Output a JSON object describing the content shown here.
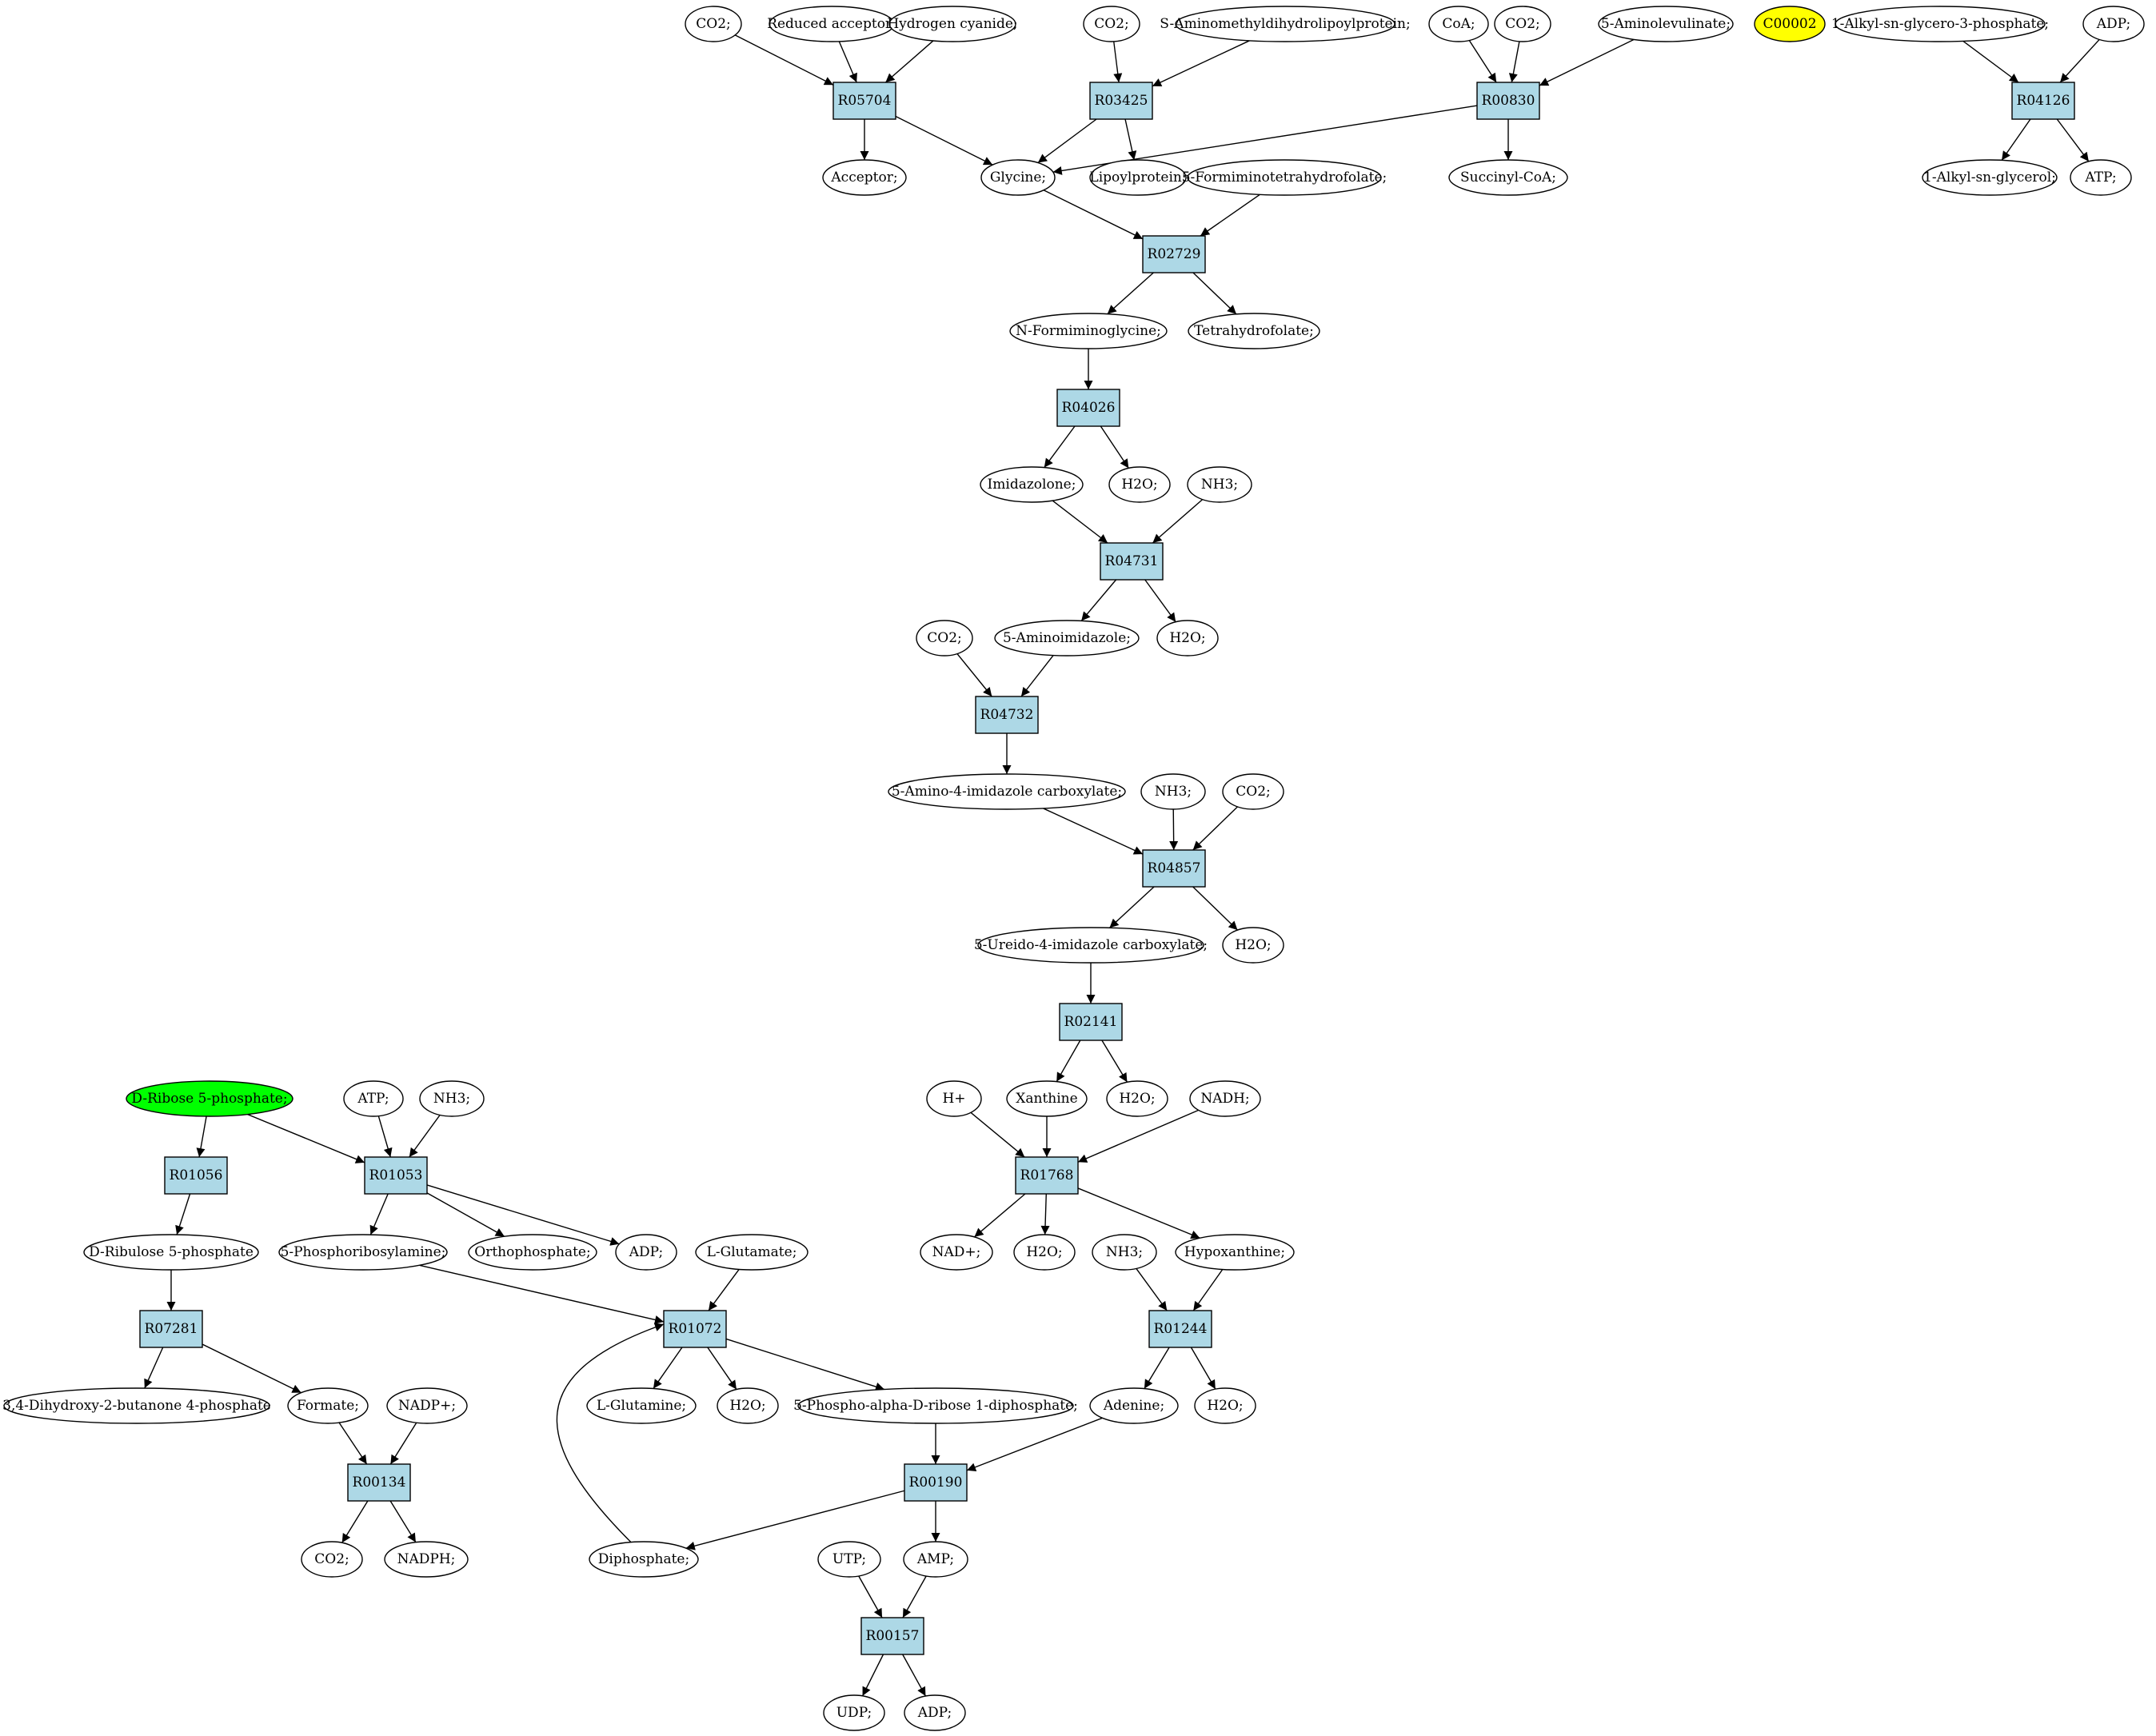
{
  "colors": {
    "reaction_fill": "#add8e6",
    "compound_fill": "#ffffff",
    "start_fill": "#00ff00",
    "highlight_fill": "#ffff00",
    "stroke": "#000000"
  },
  "reactions": [
    {
      "id": "R05704",
      "label": "R05704"
    },
    {
      "id": "R03425",
      "label": "R03425"
    },
    {
      "id": "R00830",
      "label": "R00830"
    },
    {
      "id": "R04126",
      "label": "R04126"
    },
    {
      "id": "R02729",
      "label": "R02729"
    },
    {
      "id": "R04026",
      "label": "R04026"
    },
    {
      "id": "R04731",
      "label": "R04731"
    },
    {
      "id": "R04732",
      "label": "R04732"
    },
    {
      "id": "R04857",
      "label": "R04857"
    },
    {
      "id": "R02141",
      "label": "R02141"
    },
    {
      "id": "R01768",
      "label": "R01768"
    },
    {
      "id": "R01244",
      "label": "R01244"
    },
    {
      "id": "R01056",
      "label": "R01056"
    },
    {
      "id": "R01053",
      "label": "R01053"
    },
    {
      "id": "R07281",
      "label": "R07281"
    },
    {
      "id": "R01072",
      "label": "R01072"
    },
    {
      "id": "R00134",
      "label": "R00134"
    },
    {
      "id": "R00190",
      "label": "R00190"
    },
    {
      "id": "R00157",
      "label": "R00157"
    }
  ],
  "compounds": [
    {
      "id": "c_co2_1",
      "label": "CO2;"
    },
    {
      "id": "c_reduced_acceptor",
      "label": "Reduced acceptor;"
    },
    {
      "id": "c_hcn",
      "label": "Hydrogen cyanide;"
    },
    {
      "id": "c_co2_2",
      "label": "CO2;"
    },
    {
      "id": "c_s_amino",
      "label": "S-Aminomethyldihydrolipoylprotein;"
    },
    {
      "id": "c_coa",
      "label": "CoA;"
    },
    {
      "id": "c_co2_3",
      "label": "CO2;"
    },
    {
      "id": "c_5_aminolevulinate",
      "label": "5-Aminolevulinate;"
    },
    {
      "id": "c_c00002",
      "label": "C00002",
      "style": "highlight"
    },
    {
      "id": "c_alkyl_g3p",
      "label": "1-Alkyl-sn-glycero-3-phosphate;"
    },
    {
      "id": "c_adp_1",
      "label": "ADP;"
    },
    {
      "id": "c_acceptor",
      "label": "Acceptor;"
    },
    {
      "id": "c_glycine",
      "label": "Glycine;"
    },
    {
      "id": "c_lipoylprotein",
      "label": "Lipoylprotein;"
    },
    {
      "id": "c_5_formimino_thf",
      "label": "5-Formiminotetrahydrofolate;"
    },
    {
      "id": "c_succinyl_coa",
      "label": "Succinyl-CoA;"
    },
    {
      "id": "c_alkyl_glycerol",
      "label": "1-Alkyl-sn-glycerol;"
    },
    {
      "id": "c_atp_1",
      "label": "ATP;"
    },
    {
      "id": "c_n_formiminoglycine",
      "label": "N-Formiminoglycine;"
    },
    {
      "id": "c_thf",
      "label": "Tetrahydrofolate;"
    },
    {
      "id": "c_imidazolone",
      "label": "Imidazolone;"
    },
    {
      "id": "c_h2o_1",
      "label": "H2O;"
    },
    {
      "id": "c_nh3_1",
      "label": "NH3;"
    },
    {
      "id": "c_co2_4",
      "label": "CO2;"
    },
    {
      "id": "c_5_aminoimidazole",
      "label": "5-Aminoimidazole;"
    },
    {
      "id": "c_h2o_2",
      "label": "H2O;"
    },
    {
      "id": "c_5a4ic",
      "label": "5-Amino-4-imidazole carboxylate;"
    },
    {
      "id": "c_nh3_2",
      "label": "NH3;"
    },
    {
      "id": "c_co2_5",
      "label": "CO2;"
    },
    {
      "id": "c_5u4ic",
      "label": "5-Ureido-4-imidazole carboxylate;"
    },
    {
      "id": "c_h2o_3",
      "label": "H2O;"
    },
    {
      "id": "c_d_ribose_5p",
      "label": "D-Ribose 5-phosphate;",
      "style": "start"
    },
    {
      "id": "c_atp_2",
      "label": "ATP;"
    },
    {
      "id": "c_nh3_3",
      "label": "NH3;"
    },
    {
      "id": "c_h_plus",
      "label": "H+"
    },
    {
      "id": "c_xanthine",
      "label": "Xanthine"
    },
    {
      "id": "c_h2o_4",
      "label": "H2O;"
    },
    {
      "id": "c_nadh",
      "label": "NADH;"
    },
    {
      "id": "c_d_ribulose_5p",
      "label": "D-Ribulose 5-phosphate"
    },
    {
      "id": "c_5_pr_amine",
      "label": "5-Phosphoribosylamine;"
    },
    {
      "id": "c_orthophosphate",
      "label": "Orthophosphate;"
    },
    {
      "id": "c_adp_2",
      "label": "ADP;"
    },
    {
      "id": "c_l_glutamate",
      "label": "L-Glutamate;"
    },
    {
      "id": "c_nad_plus",
      "label": "NAD+;"
    },
    {
      "id": "c_h2o_5",
      "label": "H2O;"
    },
    {
      "id": "c_nh3_4",
      "label": "NH3;"
    },
    {
      "id": "c_hypoxanthine",
      "label": "Hypoxanthine;"
    },
    {
      "id": "c_dhbp",
      "label": "3,4-Dihydroxy-2-butanone 4-phosphate"
    },
    {
      "id": "c_formate",
      "label": "Formate;"
    },
    {
      "id": "c_nadp_plus",
      "label": "NADP+;"
    },
    {
      "id": "c_l_glutamine",
      "label": "L-Glutamine;"
    },
    {
      "id": "c_h2o_6",
      "label": "H2O;"
    },
    {
      "id": "c_prpp",
      "label": "5-Phospho-alpha-D-ribose 1-diphosphate;"
    },
    {
      "id": "c_adenine",
      "label": "Adenine;"
    },
    {
      "id": "c_h2o_7",
      "label": "H2O;"
    },
    {
      "id": "c_co2_6",
      "label": "CO2;"
    },
    {
      "id": "c_nadph",
      "label": "NADPH;"
    },
    {
      "id": "c_diphosphate",
      "label": "Diphosphate;"
    },
    {
      "id": "c_utp",
      "label": "UTP;"
    },
    {
      "id": "c_amp",
      "label": "AMP;"
    },
    {
      "id": "c_udp",
      "label": "UDP;"
    },
    {
      "id": "c_adp_3",
      "label": "ADP;"
    }
  ],
  "edges": [
    [
      "c_co2_1",
      "R05704"
    ],
    [
      "c_reduced_acceptor",
      "R05704"
    ],
    [
      "c_hcn",
      "R05704"
    ],
    [
      "R05704",
      "c_acceptor"
    ],
    [
      "R05704",
      "c_glycine"
    ],
    [
      "c_co2_2",
      "R03425"
    ],
    [
      "c_s_amino",
      "R03425"
    ],
    [
      "R03425",
      "c_glycine"
    ],
    [
      "R03425",
      "c_lipoylprotein"
    ],
    [
      "c_coa",
      "R00830"
    ],
    [
      "c_co2_3",
      "R00830"
    ],
    [
      "c_5_aminolevulinate",
      "R00830"
    ],
    [
      "R00830",
      "c_glycine"
    ],
    [
      "R00830",
      "c_succinyl_coa"
    ],
    [
      "c_alkyl_g3p",
      "R04126"
    ],
    [
      "c_adp_1",
      "R04126"
    ],
    [
      "R04126",
      "c_alkyl_glycerol"
    ],
    [
      "R04126",
      "c_atp_1"
    ],
    [
      "c_glycine",
      "R02729"
    ],
    [
      "c_5_formimino_thf",
      "R02729"
    ],
    [
      "R02729",
      "c_n_formiminoglycine"
    ],
    [
      "R02729",
      "c_thf"
    ],
    [
      "c_n_formiminoglycine",
      "R04026"
    ],
    [
      "R04026",
      "c_imidazolone"
    ],
    [
      "R04026",
      "c_h2o_1"
    ],
    [
      "c_imidazolone",
      "R04731"
    ],
    [
      "c_nh3_1",
      "R04731"
    ],
    [
      "R04731",
      "c_5_aminoimidazole"
    ],
    [
      "R04731",
      "c_h2o_2"
    ],
    [
      "c_co2_4",
      "R04732"
    ],
    [
      "c_5_aminoimidazole",
      "R04732"
    ],
    [
      "R04732",
      "c_5a4ic"
    ],
    [
      "c_5a4ic",
      "R04857"
    ],
    [
      "c_nh3_2",
      "R04857"
    ],
    [
      "c_co2_5",
      "R04857"
    ],
    [
      "R04857",
      "c_5u4ic"
    ],
    [
      "R04857",
      "c_h2o_3"
    ],
    [
      "c_5u4ic",
      "R02141"
    ],
    [
      "R02141",
      "c_xanthine"
    ],
    [
      "R02141",
      "c_h2o_4"
    ],
    [
      "c_h_plus",
      "R01768"
    ],
    [
      "c_xanthine",
      "R01768"
    ],
    [
      "c_nadh",
      "R01768"
    ],
    [
      "R01768",
      "c_nad_plus"
    ],
    [
      "R01768",
      "c_h2o_5"
    ],
    [
      "R01768",
      "c_hypoxanthine"
    ],
    [
      "c_nh3_4",
      "R01244"
    ],
    [
      "c_hypoxanthine",
      "R01244"
    ],
    [
      "R01244",
      "c_adenine"
    ],
    [
      "R01244",
      "c_h2o_7"
    ],
    [
      "c_d_ribose_5p",
      "R01056"
    ],
    [
      "c_d_ribose_5p",
      "R01053"
    ],
    [
      "c_atp_2",
      "R01053"
    ],
    [
      "c_nh3_3",
      "R01053"
    ],
    [
      "R01053",
      "c_5_pr_amine"
    ],
    [
      "R01053",
      "c_orthophosphate"
    ],
    [
      "R01053",
      "c_adp_2"
    ],
    [
      "R01056",
      "c_d_ribulose_5p"
    ],
    [
      "c_d_ribulose_5p",
      "R07281"
    ],
    [
      "R07281",
      "c_dhbp"
    ],
    [
      "R07281",
      "c_formate"
    ],
    [
      "c_formate",
      "R00134"
    ],
    [
      "c_nadp_plus",
      "R00134"
    ],
    [
      "R00134",
      "c_co2_6"
    ],
    [
      "R00134",
      "c_nadph"
    ],
    [
      "c_5_pr_amine",
      "R01072"
    ],
    [
      "c_l_glutamate",
      "R01072"
    ],
    [
      "c_diphosphate",
      "R01072"
    ],
    [
      "R01072",
      "c_l_glutamine"
    ],
    [
      "R01072",
      "c_h2o_6"
    ],
    [
      "R01072",
      "c_prpp"
    ],
    [
      "c_prpp",
      "R00190"
    ],
    [
      "c_adenine",
      "R00190"
    ],
    [
      "R00190",
      "c_diphosphate"
    ],
    [
      "R00190",
      "c_amp"
    ],
    [
      "c_utp",
      "R00157"
    ],
    [
      "c_amp",
      "R00157"
    ],
    [
      "R00157",
      "c_udp"
    ],
    [
      "R00157",
      "c_adp_3"
    ]
  ]
}
